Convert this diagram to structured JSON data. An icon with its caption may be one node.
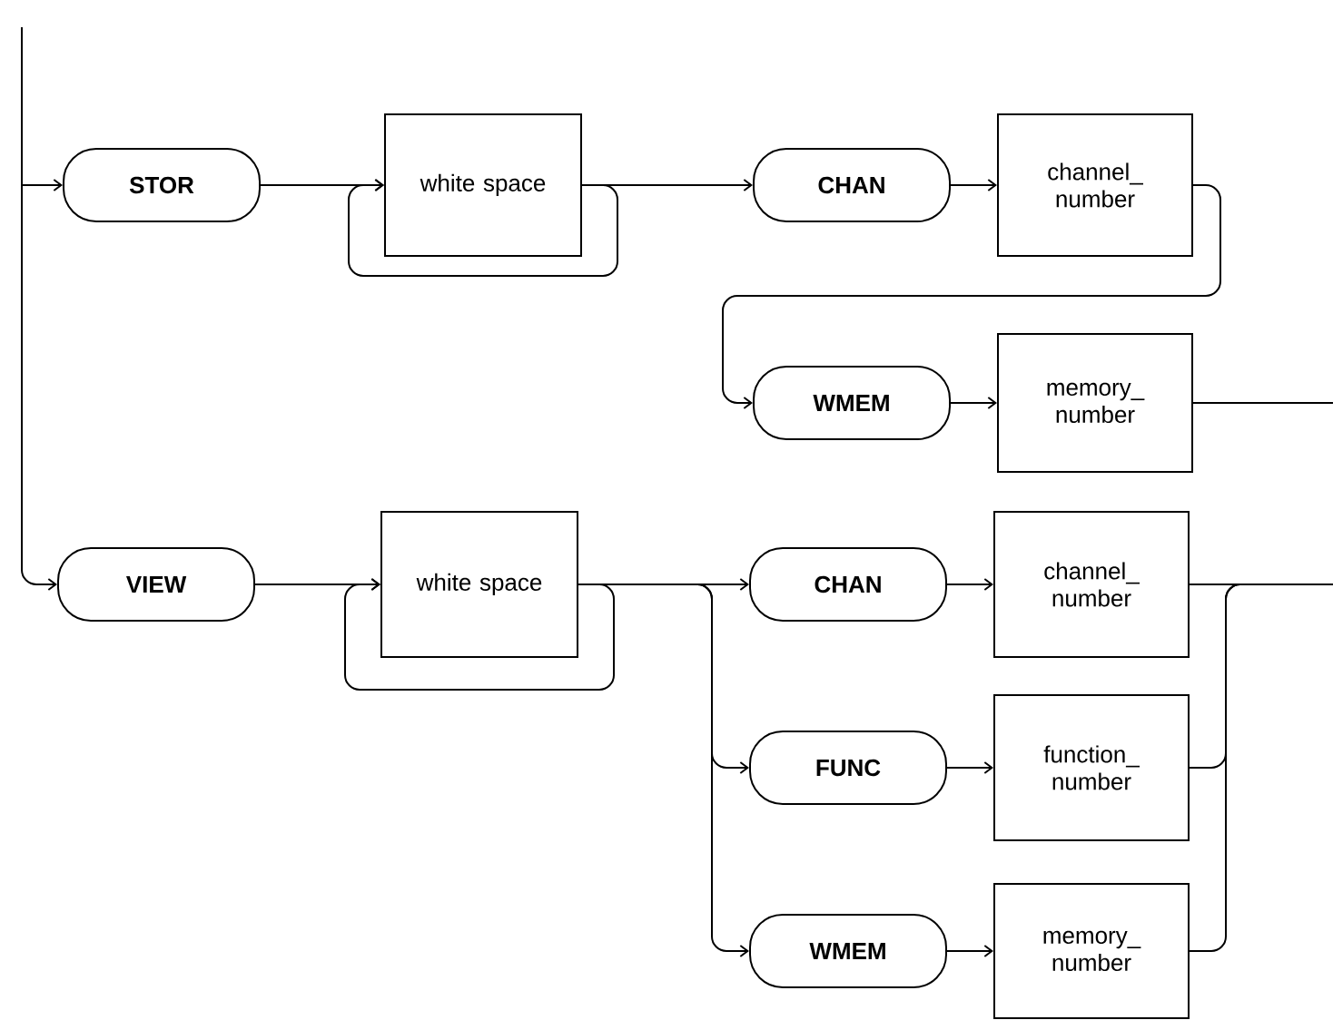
{
  "diagram": {
    "nodes": [
      {
        "text": [
          "STOR"
        ]
      },
      {
        "text": [
          "white space"
        ]
      },
      {
        "text": [
          "CHAN"
        ]
      },
      {
        "text": [
          "channel_ number"
        ]
      },
      {
        "text": [
          "WMEM"
        ]
      },
      {
        "text": [
          "memory_ number"
        ]
      },
      {
        "text": [
          "VIEW"
        ]
      },
      {
        "text": [
          "white space"
        ]
      },
      {
        "text": [
          "CHAN"
        ]
      },
      {
        "text": [
          "channel_ number"
        ]
      },
      {
        "text": [
          "FUNC"
        ]
      },
      {
        "text": [
          "function_ number"
        ]
      },
      {
        "text": [
          "WMEM"
        ]
      },
      {
        "text": [
          "memory_ number"
        ]
      }
    ],
    "edges": [
      {
        "from": null,
        "to": 0,
        "arrow": "to"
      },
      {
        "from": null,
        "to": 6,
        "arrow": "to"
      },
      {
        "from": 0,
        "to": 1,
        "arrow": "to"
      },
      {
        "from": 1,
        "to": 1,
        "arrow": "to"
      },
      {
        "from": 1,
        "to": 2,
        "arrow": "to"
      },
      {
        "from": 2,
        "to": 3,
        "arrow": "to"
      },
      {
        "from": 3,
        "to": 4,
        "arrow": "to"
      },
      {
        "from": 4,
        "to": 5,
        "arrow": "to"
      },
      {
        "from": 5,
        "to": null,
        "arrow": "none"
      },
      {
        "from": 6,
        "to": 7,
        "arrow": "to"
      },
      {
        "from": 7,
        "to": 7,
        "arrow": "to"
      },
      {
        "from": 7,
        "to": 8,
        "arrow": "to"
      },
      {
        "from": 7,
        "to": 10,
        "arrow": "to"
      },
      {
        "from": 7,
        "to": 12,
        "arrow": "to"
      },
      {
        "from": 8,
        "to": 9,
        "arrow": "to"
      },
      {
        "from": 10,
        "to": 11,
        "arrow": "to"
      },
      {
        "from": 12,
        "to": 13,
        "arrow": "to"
      },
      {
        "from": 9,
        "to": null,
        "arrow": "none"
      },
      {
        "from": 11,
        "to": null,
        "arrow": "none"
      },
      {
        "from": 13,
        "to": null,
        "arrow": "none"
      }
    ]
  }
}
